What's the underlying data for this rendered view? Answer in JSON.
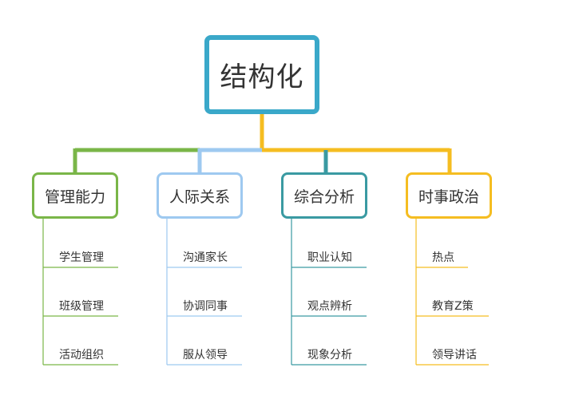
{
  "root": {
    "label": "结构化",
    "color": "#3aa8c9"
  },
  "categories": [
    {
      "label": "管理能力",
      "color": "#7ab648",
      "items": [
        "学生管理",
        "班级管理",
        "活动组织"
      ]
    },
    {
      "label": "人际关系",
      "color": "#9ec9f0",
      "items": [
        "沟通家长",
        "协调同事",
        "服从领导"
      ]
    },
    {
      "label": "综合分析",
      "color": "#3a9aa2",
      "items": [
        "职业认知",
        "观点辨析",
        "现象分析"
      ]
    },
    {
      "label": "时事政治",
      "color": "#f5bd21",
      "items": [
        "热点",
        "教育Z策",
        "领导讲话"
      ]
    }
  ]
}
